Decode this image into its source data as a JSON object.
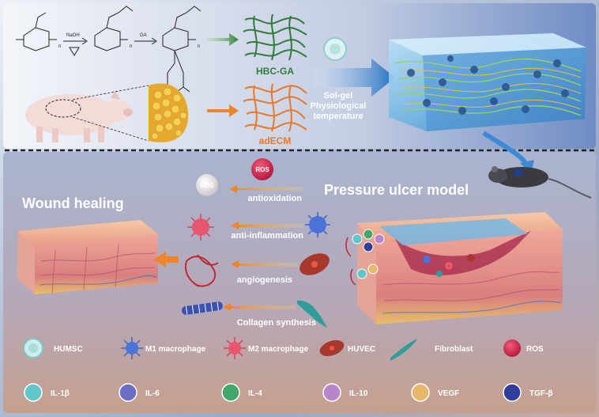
{
  "top": {
    "hbcga_label": "HBC-GA",
    "adecm_label": "adECM",
    "solgel_lines": [
      "Sol-gel",
      "Physiological",
      "temperature"
    ],
    "chem": {
      "reagent_a": "NaOH",
      "reagent_b": "GA",
      "subscript_n": "n"
    }
  },
  "bottom": {
    "wound_healing_title": "Wound healing",
    "pressure_ulcer_title": "Pressure ulcer model",
    "ros_labels": [
      "ROS",
      "ROS"
    ],
    "steps": [
      "antioxidation",
      "anti-inflammation",
      "angiogenesis",
      "Collagen synthesis"
    ]
  },
  "legend": {
    "row1": [
      "HUMSC",
      "M1 macrophage",
      "M2 macrophage",
      "HUVEC",
      "Fibroblast",
      "ROS"
    ],
    "row2": [
      "IL-1β",
      "IL-6",
      "IL-4",
      "IL-10",
      "VEGF",
      "TGF-β"
    ],
    "row2_colors": [
      "#5fc6c9",
      "#6a6fc4",
      "#3fa86a",
      "#b985c9",
      "#e8b86a",
      "#2f3f9a"
    ]
  },
  "colors": {
    "hbcga": "#2f7d3a",
    "adecm": "#e8782a",
    "accent_blue": "#1f6fc0",
    "arrow_orange": "#f0842a"
  }
}
